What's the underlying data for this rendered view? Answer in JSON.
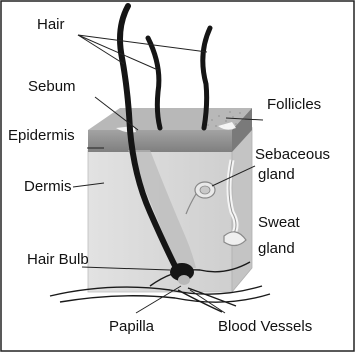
{
  "labels": {
    "hair": "Hair",
    "sebum": "Sebum",
    "follicles": "Follicles",
    "epidermis": "Epidermis",
    "sebaceous_line1": "Sebaceous",
    "sebaceous_line2": "gland",
    "dermis": "Dermis",
    "sweat_line1": "Sweat",
    "sweat_line2": "gland",
    "hair_bulb": "Hair Bulb",
    "papilla": "Papilla",
    "blood_vessels": "Blood Vessels"
  },
  "colors": {
    "border": "#222222",
    "epidermis_top": "#b5b5b5",
    "epidermis_front": "#8e8e8e",
    "dermis_front": "#dcdcdc",
    "dermis_side": "#c6c6c6",
    "hair": "#151515",
    "leader": "#222222"
  }
}
